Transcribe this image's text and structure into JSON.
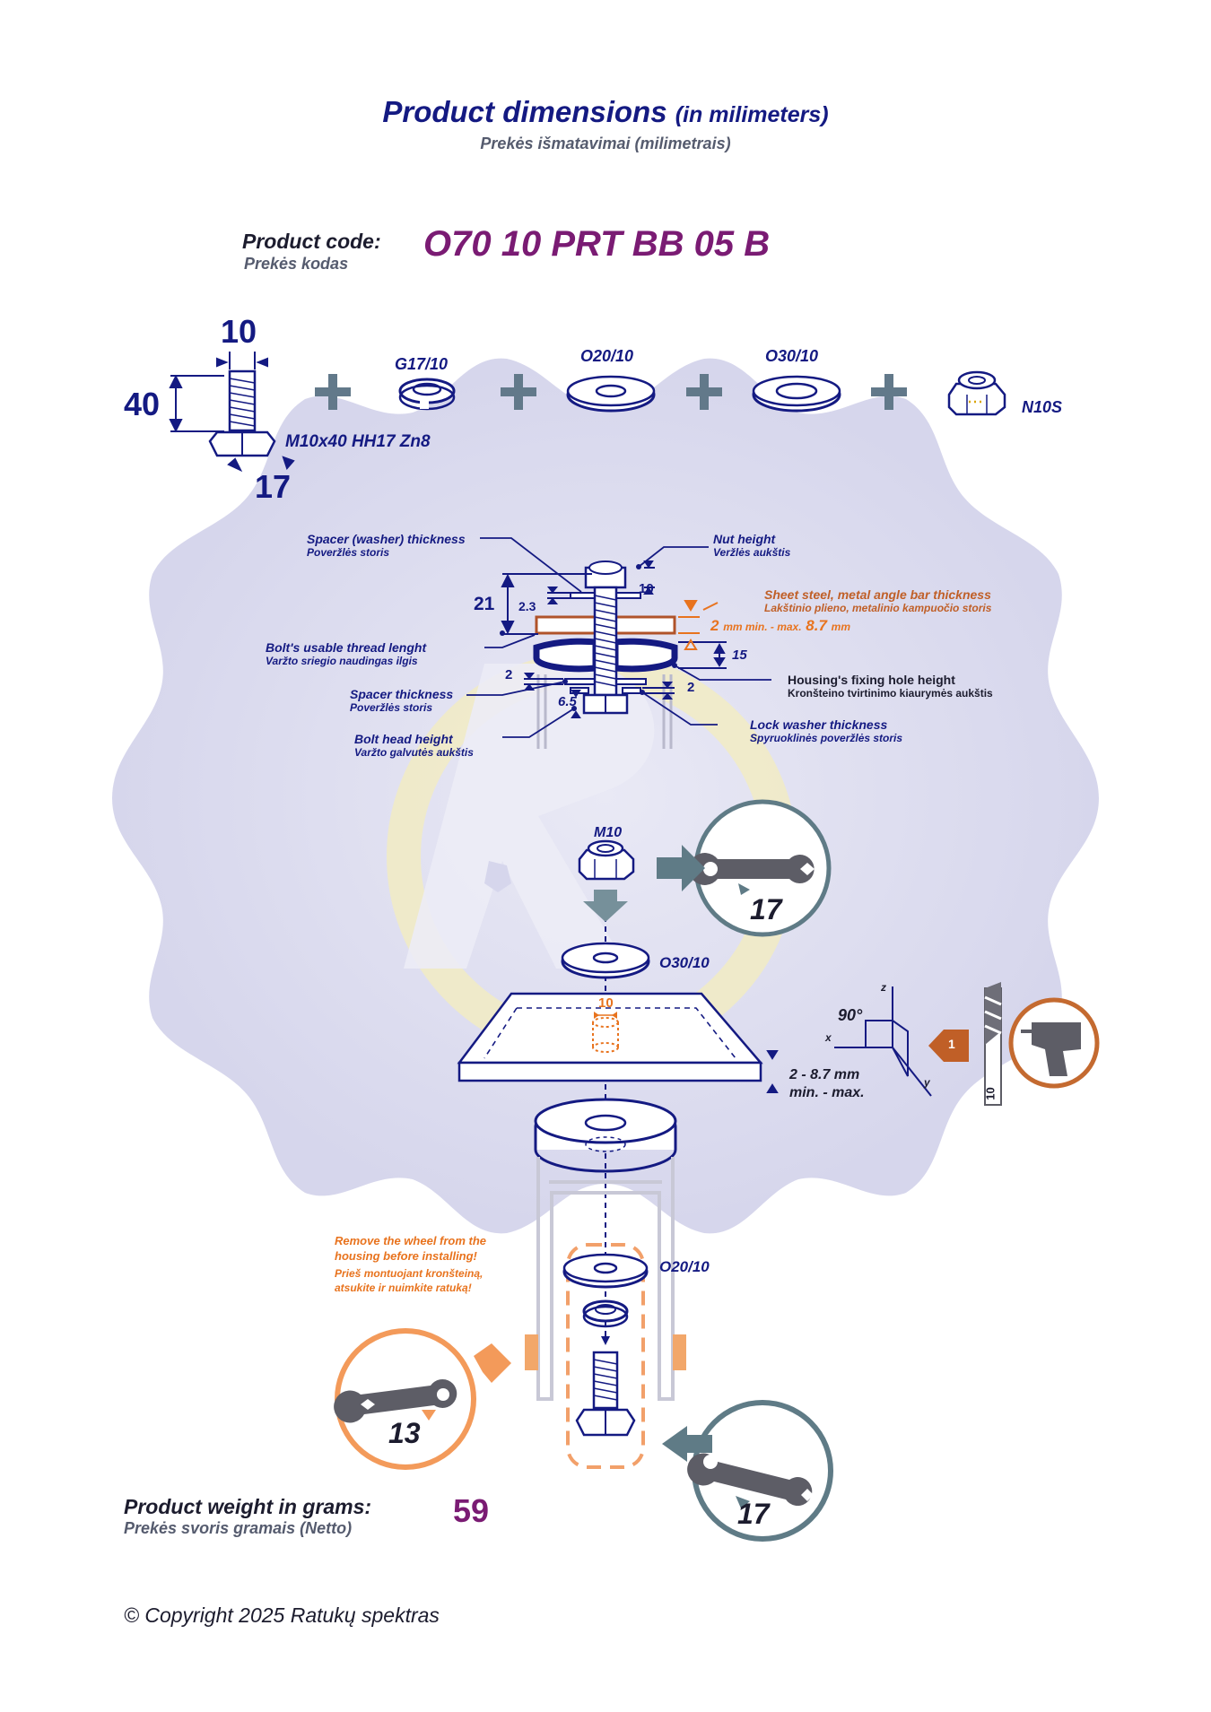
{
  "header": {
    "title": "Product dimensions",
    "title_unit": "(in milimeters)",
    "subtitle": "Prekės išmatavimai (milimetrais)"
  },
  "product": {
    "code_label": "Product code:",
    "code_label_lt": "Prekės kodas",
    "code": "O70 10 PRT BB 05 B",
    "weight_label": "Product weight in grams:",
    "weight_label_lt": "Prekės svoris gramais (Netto)",
    "weight": "59"
  },
  "components": {
    "bolt_width": "10",
    "bolt_length": "40",
    "bolt_head": "17",
    "bolt_name": "M10x40 HH17 Zn8",
    "lock_washer": "G17/10",
    "washer_small": "O20/10",
    "washer_large": "O30/10",
    "nut": "N10S",
    "plus": "+"
  },
  "section": {
    "spacer_thickness_en": "Spacer (washer) thickness",
    "spacer_thickness_lt": "Poveržlės storis",
    "nut_height_en": "Nut height",
    "nut_height_lt": "Veržlės aukštis",
    "nut_height_val": "10",
    "sheet_en": "Sheet steel, metal angle bar thickness",
    "sheet_lt": "Lakštinio plieno, metalinio kampuočio storis",
    "sheet_range_a": "2",
    "sheet_range_b": "mm min. - max.",
    "sheet_range_c": "8.7",
    "sheet_range_d": "mm",
    "thread_val": "21",
    "washer_val": "2.3",
    "thread_en": "Bolt's usable thread lenght",
    "thread_lt": "Varžto sriegio naudingas ilgis",
    "housing_val": "15",
    "housing_en": "Housing's fixing hole height",
    "housing_lt": "Kronšteino tvirtinimo kiaurymės aukštis",
    "spacer2_val": "2",
    "spacer2_en": "Spacer thickness",
    "spacer2_lt": "Poveržlės storis",
    "lock_val": "2",
    "lock_en": "Lock washer thickness",
    "lock_lt": "Spyruoklinės poveržlės storis",
    "head_val": "6.5",
    "head_en": "Bolt head height",
    "head_lt": "Varžto galvutės aukštis"
  },
  "assembly": {
    "nut_label": "M10",
    "wrench_top": "17",
    "washer_top": "O30/10",
    "hole_dia": "10",
    "plate_range": "2 - 8.7 mm",
    "plate_range_2": "min. - max.",
    "angle": "90°",
    "axis_x": "x",
    "axis_y": "y",
    "axis_z": "z",
    "step": "1",
    "drill_size": "10",
    "washer_bottom": "O20/10",
    "warn_en_1": "Remove the wheel from the",
    "warn_en_2": "housing before installing!",
    "warn_lt_1": "Prieš montuojant kronšteiną,",
    "warn_lt_2": "atsukite ir nuimkite ratuką!",
    "wrench_left": "13",
    "wrench_bottom": "17"
  },
  "footer": {
    "copyright": "© Copyright 2025 Ratukų spektras"
  },
  "colors": {
    "navy": "#141a82",
    "purple": "#7a1b73",
    "orange": "#e8731e",
    "steel": "#5f7b86",
    "watermark": "#dcdcee"
  }
}
